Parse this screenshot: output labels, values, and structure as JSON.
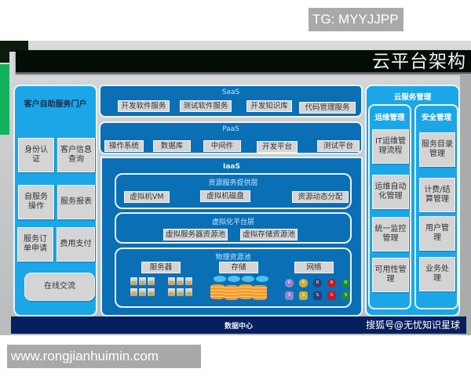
{
  "watermarks": {
    "top": "TG: MYYJJPP",
    "bottom": "www.rongjianhuimin.com",
    "sohu": "搜狐号@无忧知识星球"
  },
  "title": "云平台架构",
  "left_panel": {
    "title": "客户自助服务门户",
    "items": [
      "身份认证",
      "客户信息查询",
      "自服务操作",
      "服务报表",
      "服务订单申请",
      "费用支付",
      "在线交流"
    ]
  },
  "saas": {
    "label": "SaaS",
    "items": [
      "开发软件服务",
      "测试软件服务",
      "开发知识库",
      "代码管理服务"
    ]
  },
  "paas": {
    "label": "PaaS",
    "items": [
      "操作系统",
      "数据库",
      "中间件",
      "开发平台",
      "测试平台"
    ]
  },
  "iaas": {
    "label": "IaaS",
    "resource_layer": {
      "label": "资源服务提供层",
      "items": [
        "虚拟机VM",
        "虚拟机磁盘",
        "资源动态分配"
      ]
    },
    "virtual_layer": {
      "label": "虚拟化平台层",
      "items": [
        "虚拟服务器资源池",
        "虚拟存储资源池"
      ]
    },
    "physical_layer": {
      "label": "物理资源池",
      "groups": [
        "服务器",
        "存储",
        "网络"
      ],
      "network_icons": [
        "R",
        "R",
        "R",
        "R",
        "R",
        "S",
        "S",
        "S",
        "S",
        "S"
      ]
    }
  },
  "datacenter": "数据中心",
  "right_panel": {
    "title": "云服务管理",
    "ops": {
      "title": "运维管理",
      "items": [
        "IT运维管理流程",
        "运维自动化管理",
        "统一监控管理",
        "可用性管理"
      ]
    },
    "security": {
      "title": "安全管理",
      "items": [
        "服务目录管理",
        "计费/结算管理",
        "用户管理",
        "业务处理"
      ]
    }
  },
  "colors": {
    "light_blue": "#1ba6e8",
    "dark_blue": "#0b6fb6",
    "navy": "#061f5e",
    "title_bar": "#040d05",
    "grey_box": "#d4d4d4",
    "green": "#12b25c"
  }
}
